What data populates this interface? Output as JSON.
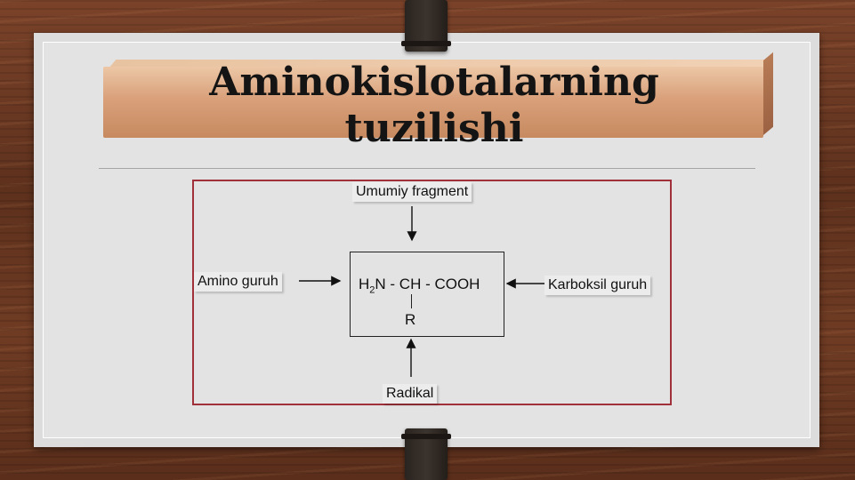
{
  "slide": {
    "title_line1": "Aminokislotalarning",
    "title_line2": "tuzilishi"
  },
  "diagram": {
    "formula_h": "H",
    "formula_sub": "2",
    "formula_rest": "N - CH - COOH",
    "radical_symbol": "R",
    "label_top": "Umumiy fragment",
    "label_left": "Amino guruh",
    "label_right": "Karboksil guruh",
    "label_bottom": "Radikal"
  },
  "colors": {
    "frame_border": "#a0303a",
    "title_bar": "#d9a07a"
  }
}
